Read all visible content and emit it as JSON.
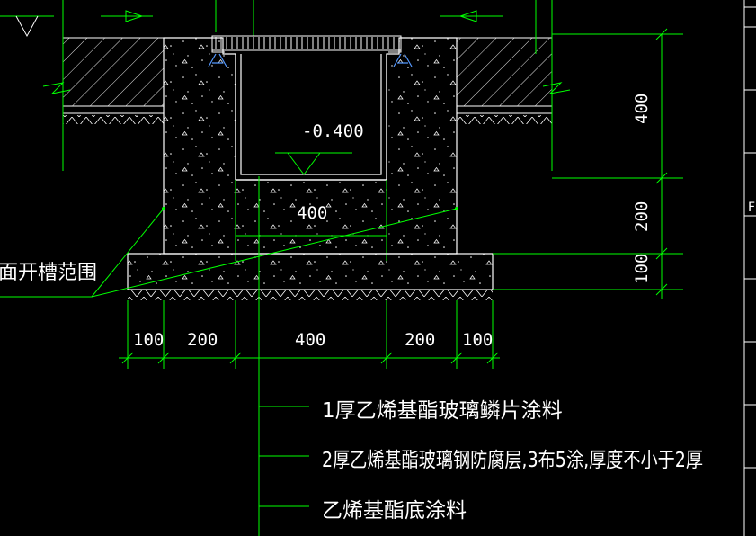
{
  "drawing": {
    "elevation_label": "-0.400",
    "inner_width_label": "400",
    "trench_range_label": "面开槽范围",
    "bottom_dimensions": [
      "100",
      "200",
      "400",
      "200",
      "100"
    ],
    "right_dimensions": [
      "400",
      "200",
      "100"
    ],
    "notes": [
      "1厚乙烯基酯玻璃鳞片涂料",
      "2厚乙烯基酯玻璃钢防腐层,3布5涂,厚度不小于2厚",
      "乙烯基酯底涂料"
    ],
    "right_edge_label": "F"
  },
  "colors": {
    "background": "#000000",
    "linework": "#ffffff",
    "leader": "#00ff00",
    "hatch": "#ffffff"
  }
}
